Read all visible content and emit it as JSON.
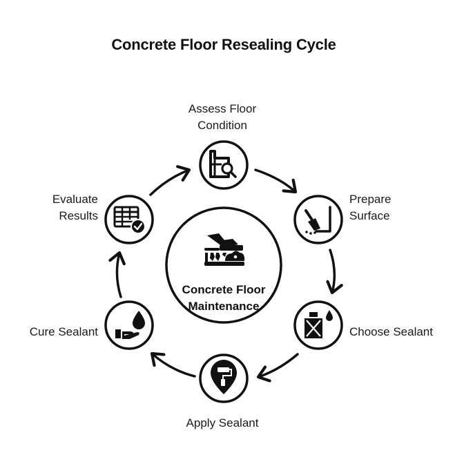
{
  "title": "Concrete Floor Resealing Cycle",
  "center": {
    "line1": "Concrete Floor",
    "line2": "Maintenance",
    "icon": "concrete-pour-icon"
  },
  "steps": [
    {
      "label_lines": [
        "Assess Floor",
        "Condition"
      ],
      "icon": "floor-inspect-icon"
    },
    {
      "label_lines": [
        "Prepare",
        "Surface"
      ],
      "icon": "broom-icon"
    },
    {
      "label_lines": [
        "Choose Sealant"
      ],
      "icon": "sealant-bottle-icon"
    },
    {
      "label_lines": [
        "Apply Sealant"
      ],
      "icon": "paint-roller-icon"
    },
    {
      "label_lines": [
        "Cure Sealant"
      ],
      "icon": "hand-drop-icon"
    },
    {
      "label_lines": [
        "Evaluate",
        "Results"
      ],
      "icon": "checklist-icon"
    }
  ],
  "colors": {
    "stroke": "#111111",
    "background": "#ffffff"
  }
}
